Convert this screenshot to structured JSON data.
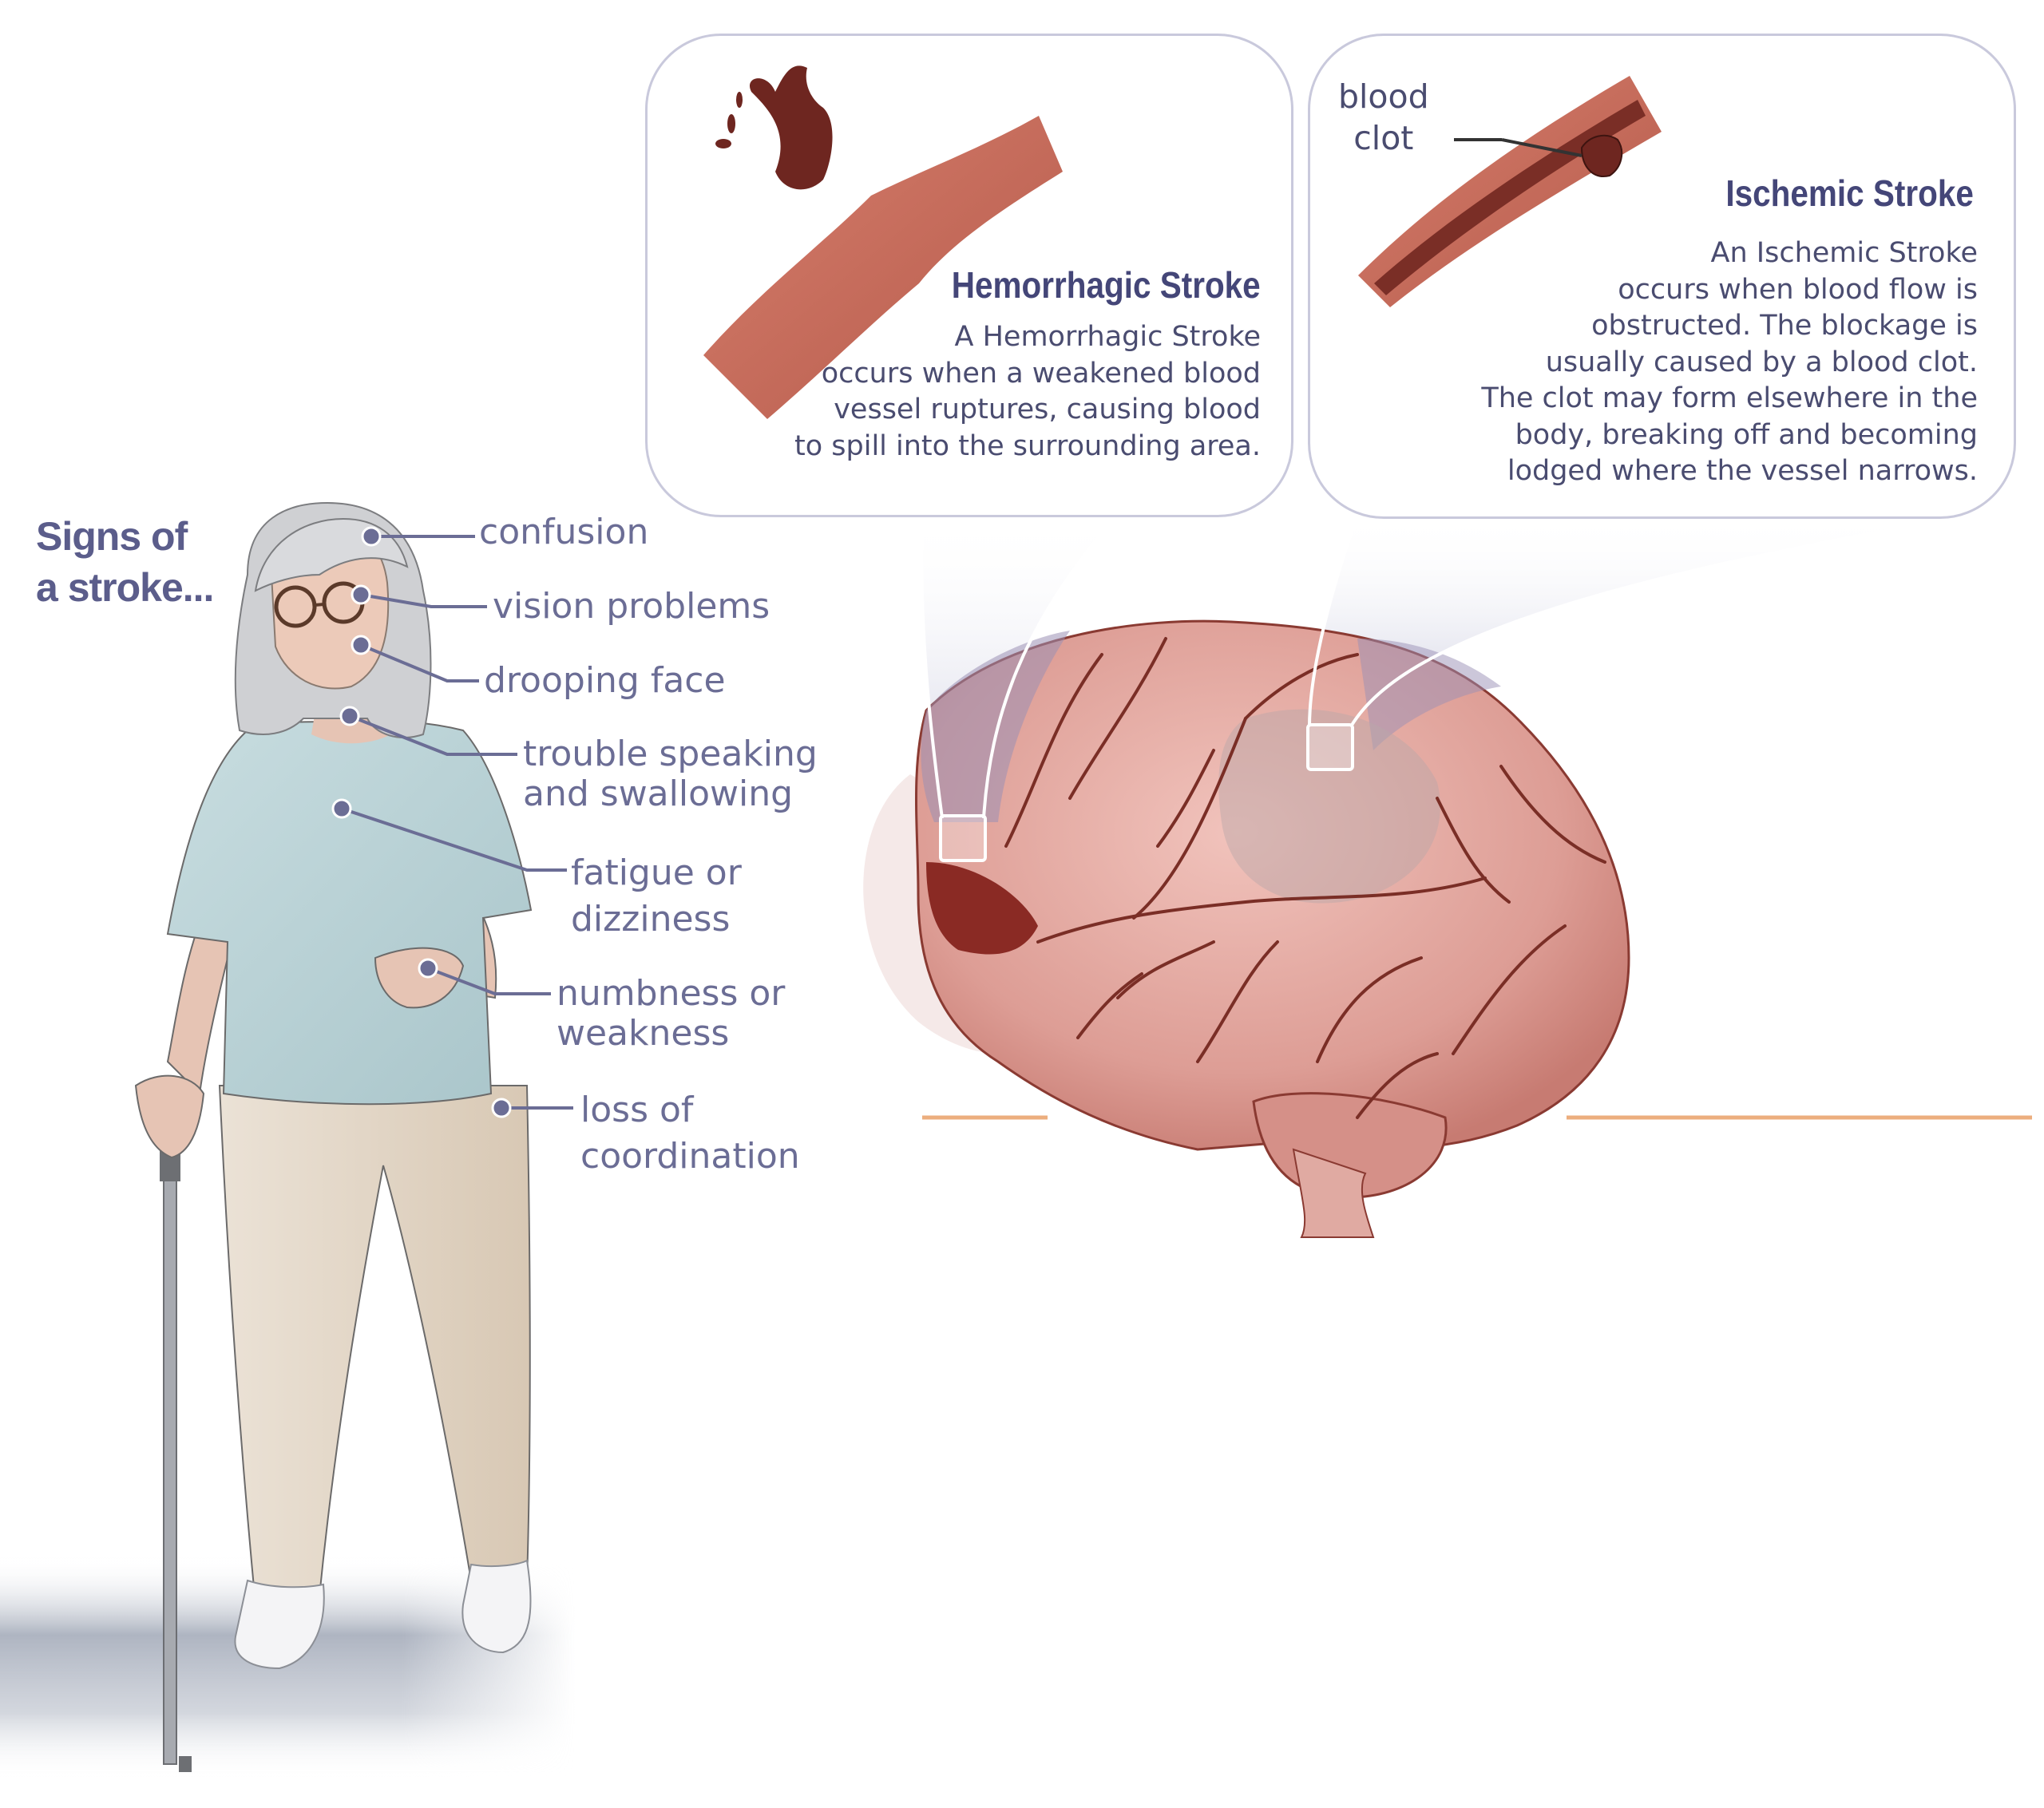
{
  "heading": {
    "line1": "Signs of",
    "line2": "a stroke..."
  },
  "symptoms": [
    {
      "lines": [
        "confusion"
      ]
    },
    {
      "lines": [
        "vision problems"
      ]
    },
    {
      "lines": [
        "drooping face"
      ]
    },
    {
      "lines": [
        "trouble speaking",
        "and swallowing"
      ]
    },
    {
      "lines": [
        "fatigue or",
        "dizziness"
      ]
    },
    {
      "lines": [
        "numbness or",
        "weakness"
      ]
    },
    {
      "lines": [
        "loss of",
        "coordination"
      ]
    }
  ],
  "hemorrhagic": {
    "title": "Hemorrhagic Stroke",
    "body": "A Hemorrhagic Stroke\noccurs when a weakened blood\nvessel ruptures, causing blood\nto spill into the surrounding area."
  },
  "ischemic": {
    "title": "Ischemic Stroke",
    "clot_label": "blood\nclot",
    "body": "An Ischemic Stroke\noccurs when blood flow is\nobstructed. The blockage is\nusually caused by a blood clot.\nThe clot may form elsewhere in the\nbody, breaking off and becoming\nlodged where the vessel narrows."
  },
  "colors": {
    "text": "#5b5d8b",
    "title": "#444678",
    "vessel": "#c0695a",
    "blood": "#6e2620",
    "brain": "#d99a92",
    "brain_vein": "#7a2e26",
    "shirt": "#b8d2d6",
    "pants": "#e3d6c6",
    "accent_line": "#ecae7e"
  }
}
